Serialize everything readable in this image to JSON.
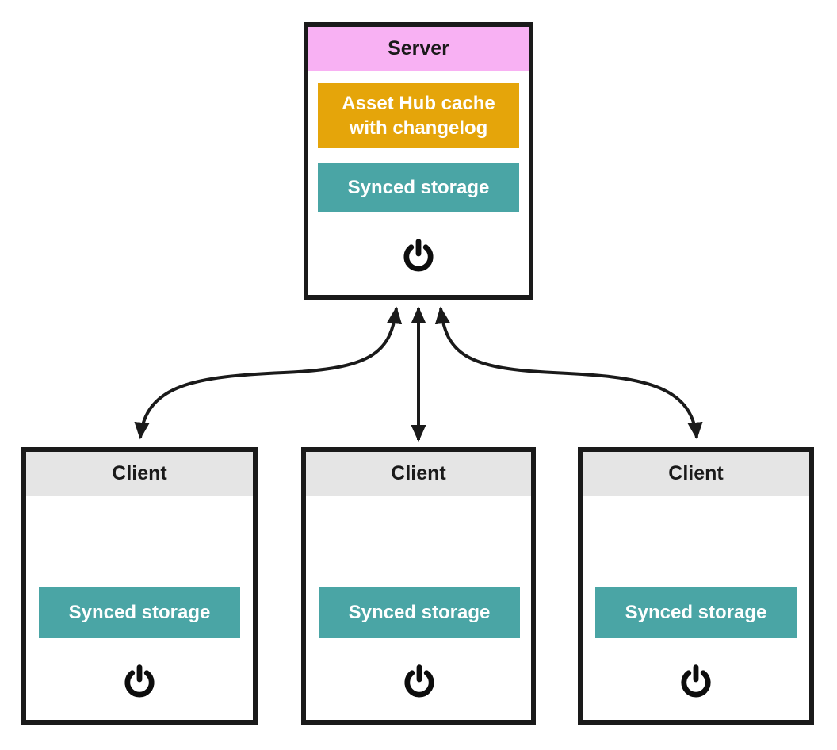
{
  "diagram": {
    "server": {
      "title": "Server",
      "cache_label": "Asset Hub cache with changelog",
      "storage_label": "Synced storage"
    },
    "clients": [
      {
        "title": "Client",
        "storage_label": "Synced storage"
      },
      {
        "title": "Client",
        "storage_label": "Synced storage"
      },
      {
        "title": "Client",
        "storage_label": "Synced storage"
      }
    ],
    "icons": {
      "power": "power-icon"
    },
    "colors": {
      "server_header": "#f8b1f3",
      "cache_box": "#e5a50a",
      "storage_box": "#4aa5a5",
      "client_header": "#e5e5e5",
      "outline": "#1a1a1a",
      "box_text": "#ffffff",
      "header_text": "#1a1a1a"
    }
  }
}
